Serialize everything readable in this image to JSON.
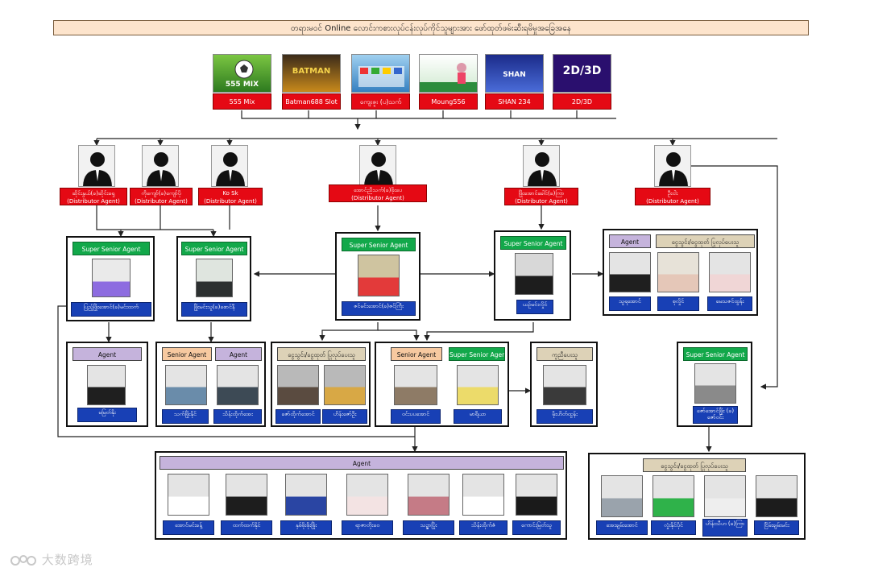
{
  "title": "တရားမဝင် Online လောင်းကစားလုပ်ငန်းလုပ်ကိုင်သူများအား ဖော်ထုတ်ဖမ်းဆီးရမိမှုအခြေအနေ",
  "platforms": [
    {
      "label": "555 Mix",
      "banner_text": "555 MIX"
    },
    {
      "label": "Batman688 Slot",
      "banner_text": "BATMAN"
    },
    {
      "label": "ကျေးဇူး (ပ)သက်"
    },
    {
      "label": "Moung556"
    },
    {
      "label": "SHAN 234",
      "banner_text": "SHAN"
    },
    {
      "label": "2D/3D",
      "banner_text": "2D/3D"
    }
  ],
  "distributors": [
    {
      "name": "ဆိုင်းနွယ်(ခ)ဆိုင်းရှေ",
      "role": "(Distributor Agent)"
    },
    {
      "name": "ကိုကျော်(ခ)ကျော်ပို",
      "role": "(Distributor Agent)"
    },
    {
      "name": "Ko Sk",
      "role": "(Distributor Agent)"
    },
    {
      "name": "အောင်ညီသက်(ခ)ဖိုးပေ",
      "role": "(Distributor Agent)"
    },
    {
      "name": "ဖြိုးအောင်ခေါင်(ခ)ကြာ",
      "role": "(Distributor Agent)"
    },
    {
      "name": "ဦးငါး",
      "role": "(Distributor Agent)"
    }
  ],
  "roles": {
    "super_senior_agent": "Super Senior Agent",
    "senior_agent": "Senior Agent",
    "agent": "Agent",
    "money_transfer": "ငွေသွင်း/ငွေထုတ် ပြုလုပ်ပေးသူ",
    "helper": "ကူညီပေးသူ"
  },
  "groups": {
    "ssa_left": {
      "name": "ပြည့်ဖြိုးအောင်(ခ)မင်းထက်"
    },
    "ssa_mid": {
      "name": "ဖြိုးမင်းသူ(ခ)စောင်နီ"
    },
    "ssa_center": {
      "name": "ဇင်မင်းအောင်(ခ)ဇင်ကြီး"
    },
    "ssa_right": {
      "name": "ယဉ်မင်းလှိုင်"
    },
    "agent_tr": {
      "names": [
        "သူရအောင်",
        "စုလှိုင်",
        "မေသဇင်ထွန်း"
      ]
    },
    "agent_left": {
      "name": "မမြတ်နိုး"
    },
    "sa_mid": {
      "names": [
        "သက်ဖြိုးနိုင်",
        "သိန်းထိုက်အေး"
      ]
    },
    "money_mid": {
      "names": [
        "ဇော်ထိုက်အောင်",
        "ဟိန်းဇော်ဦး"
      ]
    },
    "sa_center": {
      "names": [
        "ဝင်းပပအောင်",
        "မာရီယာ"
      ]
    },
    "helper_right": {
      "name": "မိုးဟိတ်ထွန်း"
    },
    "ssa_far_right": {
      "name": "ဇော်အောင်ဖြိုး (ခ) ဇော်ဝင်း"
    },
    "agent_bottom": {
      "names": [
        "အောင်မင်းခန့်",
        "ထက်ထက်နိုင်",
        "နှစ်ဖိုးဖိုးဖြိုး",
        "ရာဇာတိုးဝေ",
        "သဉ္ဇာပြိုး",
        "သိန်းထိုက်ဇံ",
        "ကောင်းမြတ်သူ"
      ]
    },
    "money_bottom": {
      "names": [
        "အေးချမ်းအောင်",
        "လှုံးနိုင်ပိုင်",
        "ဟိန်းသီဟ (ခ)ကြာ",
        "ငြိမ်းချမ်းမင်း"
      ]
    }
  },
  "watermark": "大数跨境"
}
